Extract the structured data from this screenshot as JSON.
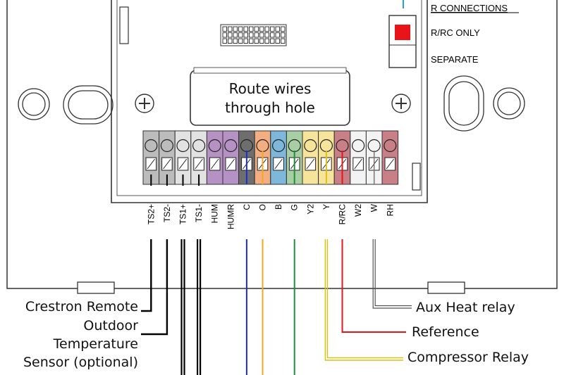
{
  "r_connections": {
    "title": "R CONNECTIONS",
    "option_rrc": "R/RC ONLY",
    "option_separate": "SEPARATE"
  },
  "route_label": {
    "line1": "Route wires",
    "line2": "through hole"
  },
  "terminals": [
    {
      "label": "TS2+",
      "color": "#bcbcbc"
    },
    {
      "label": "TS2-",
      "color": "#bcbcbc"
    },
    {
      "label": "TS1+",
      "color": "#e2e2e2"
    },
    {
      "label": "TS1-",
      "color": "#e2e2e2"
    },
    {
      "label": "HUM",
      "color": "#b692c4"
    },
    {
      "label": "HUMR",
      "color": "#b692c4"
    },
    {
      "label": "C",
      "color": "#6e6e6e"
    },
    {
      "label": "O",
      "color": "#f2ad80"
    },
    {
      "label": "B",
      "color": "#7db7da"
    },
    {
      "label": "G",
      "color": "#a8cfa4"
    },
    {
      "label": "Y2",
      "color": "#f5e49a"
    },
    {
      "label": "Y",
      "color": "#f5e49a"
    },
    {
      "label": "R/RC",
      "color": "#c97f86"
    },
    {
      "label": "W2",
      "color": "#f3f3f3"
    },
    {
      "label": "W",
      "color": "#f3f3f3"
    },
    {
      "label": "RH",
      "color": "#c97f86"
    }
  ],
  "callouts": {
    "sensor_line1": "Crestron Remote",
    "sensor_line2": "Outdoor",
    "sensor_line3": "Temperature",
    "sensor_line4": "Sensor (optional)",
    "aux_heat": "Aux Heat relay",
    "reference": "Reference",
    "compressor": "Compressor Relay"
  },
  "colors": {
    "switch_red": "#e8141a",
    "wire_blue": "#1b2fd1",
    "wire_orange": "#f5a623",
    "wire_green": "#1e8f3e",
    "wire_yellow": "#d9c21a",
    "wire_red": "#e8141a",
    "wire_teal": "#2a9fd6"
  }
}
